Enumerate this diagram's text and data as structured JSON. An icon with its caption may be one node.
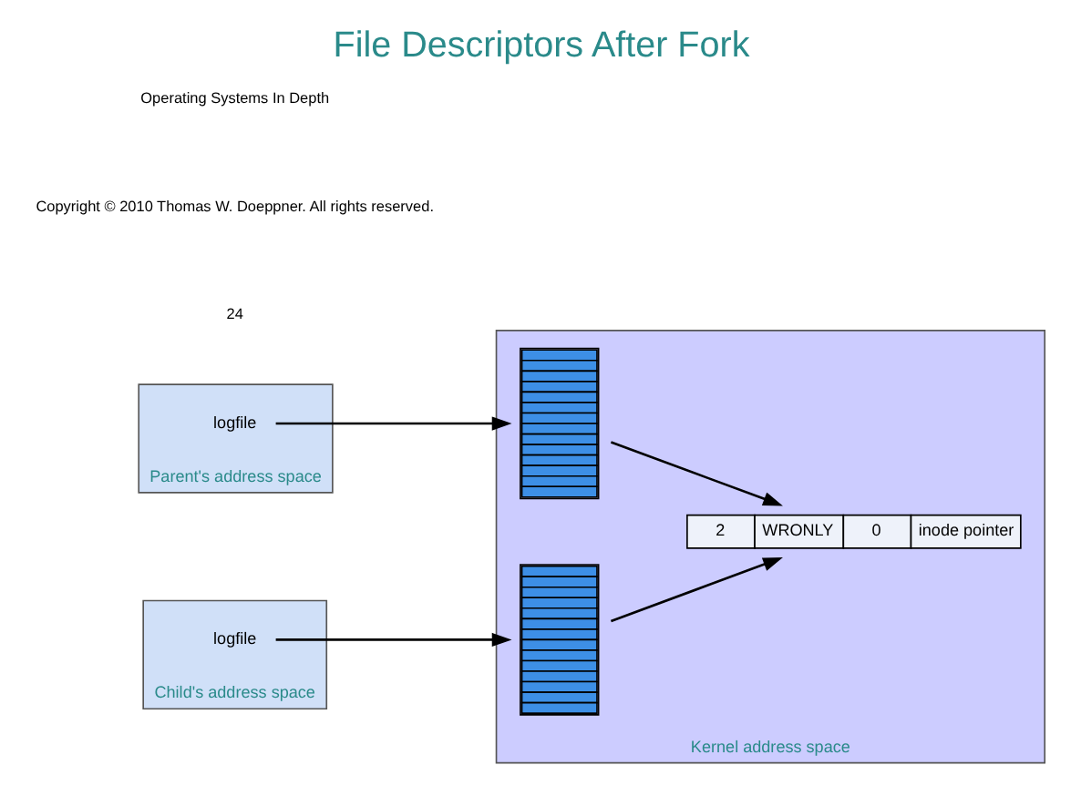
{
  "diagram": {
    "title": "File Descriptors After Fork",
    "nodes": [
      {
        "text": [
          "Parent's address space"
        ]
      },
      {
        "text": [
          "logfile"
        ],
        "in": 0
      },
      {
        "text": [
          "Child's address space"
        ]
      },
      {
        "text": [
          "logfile"
        ],
        "in": 2
      },
      {
        "text": [
          "Kernel address space"
        ]
      },
      {
        "text": [],
        "shape": "bar",
        "in": 4
      },
      {
        "text": [],
        "shape": "bar",
        "in": 4
      },
      {
        "text": [
          "2",
          "WRONLY",
          "0",
          "inode pointer"
        ],
        "in": 4
      }
    ],
    "edges": [
      {
        "from": 1,
        "to": 5,
        "arrow": "to"
      },
      {
        "from": 3,
        "to": 6,
        "arrow": "to"
      },
      {
        "from": 5,
        "to": 7,
        "arrow": "to"
      },
      {
        "from": 6,
        "to": 7,
        "arrow": "to"
      }
    ],
    "labels": [
      "Operating Systems In Depth",
      "Copyright © 2010 Thomas W. Doeppner. All rights reserved.",
      "24"
    ]
  }
}
